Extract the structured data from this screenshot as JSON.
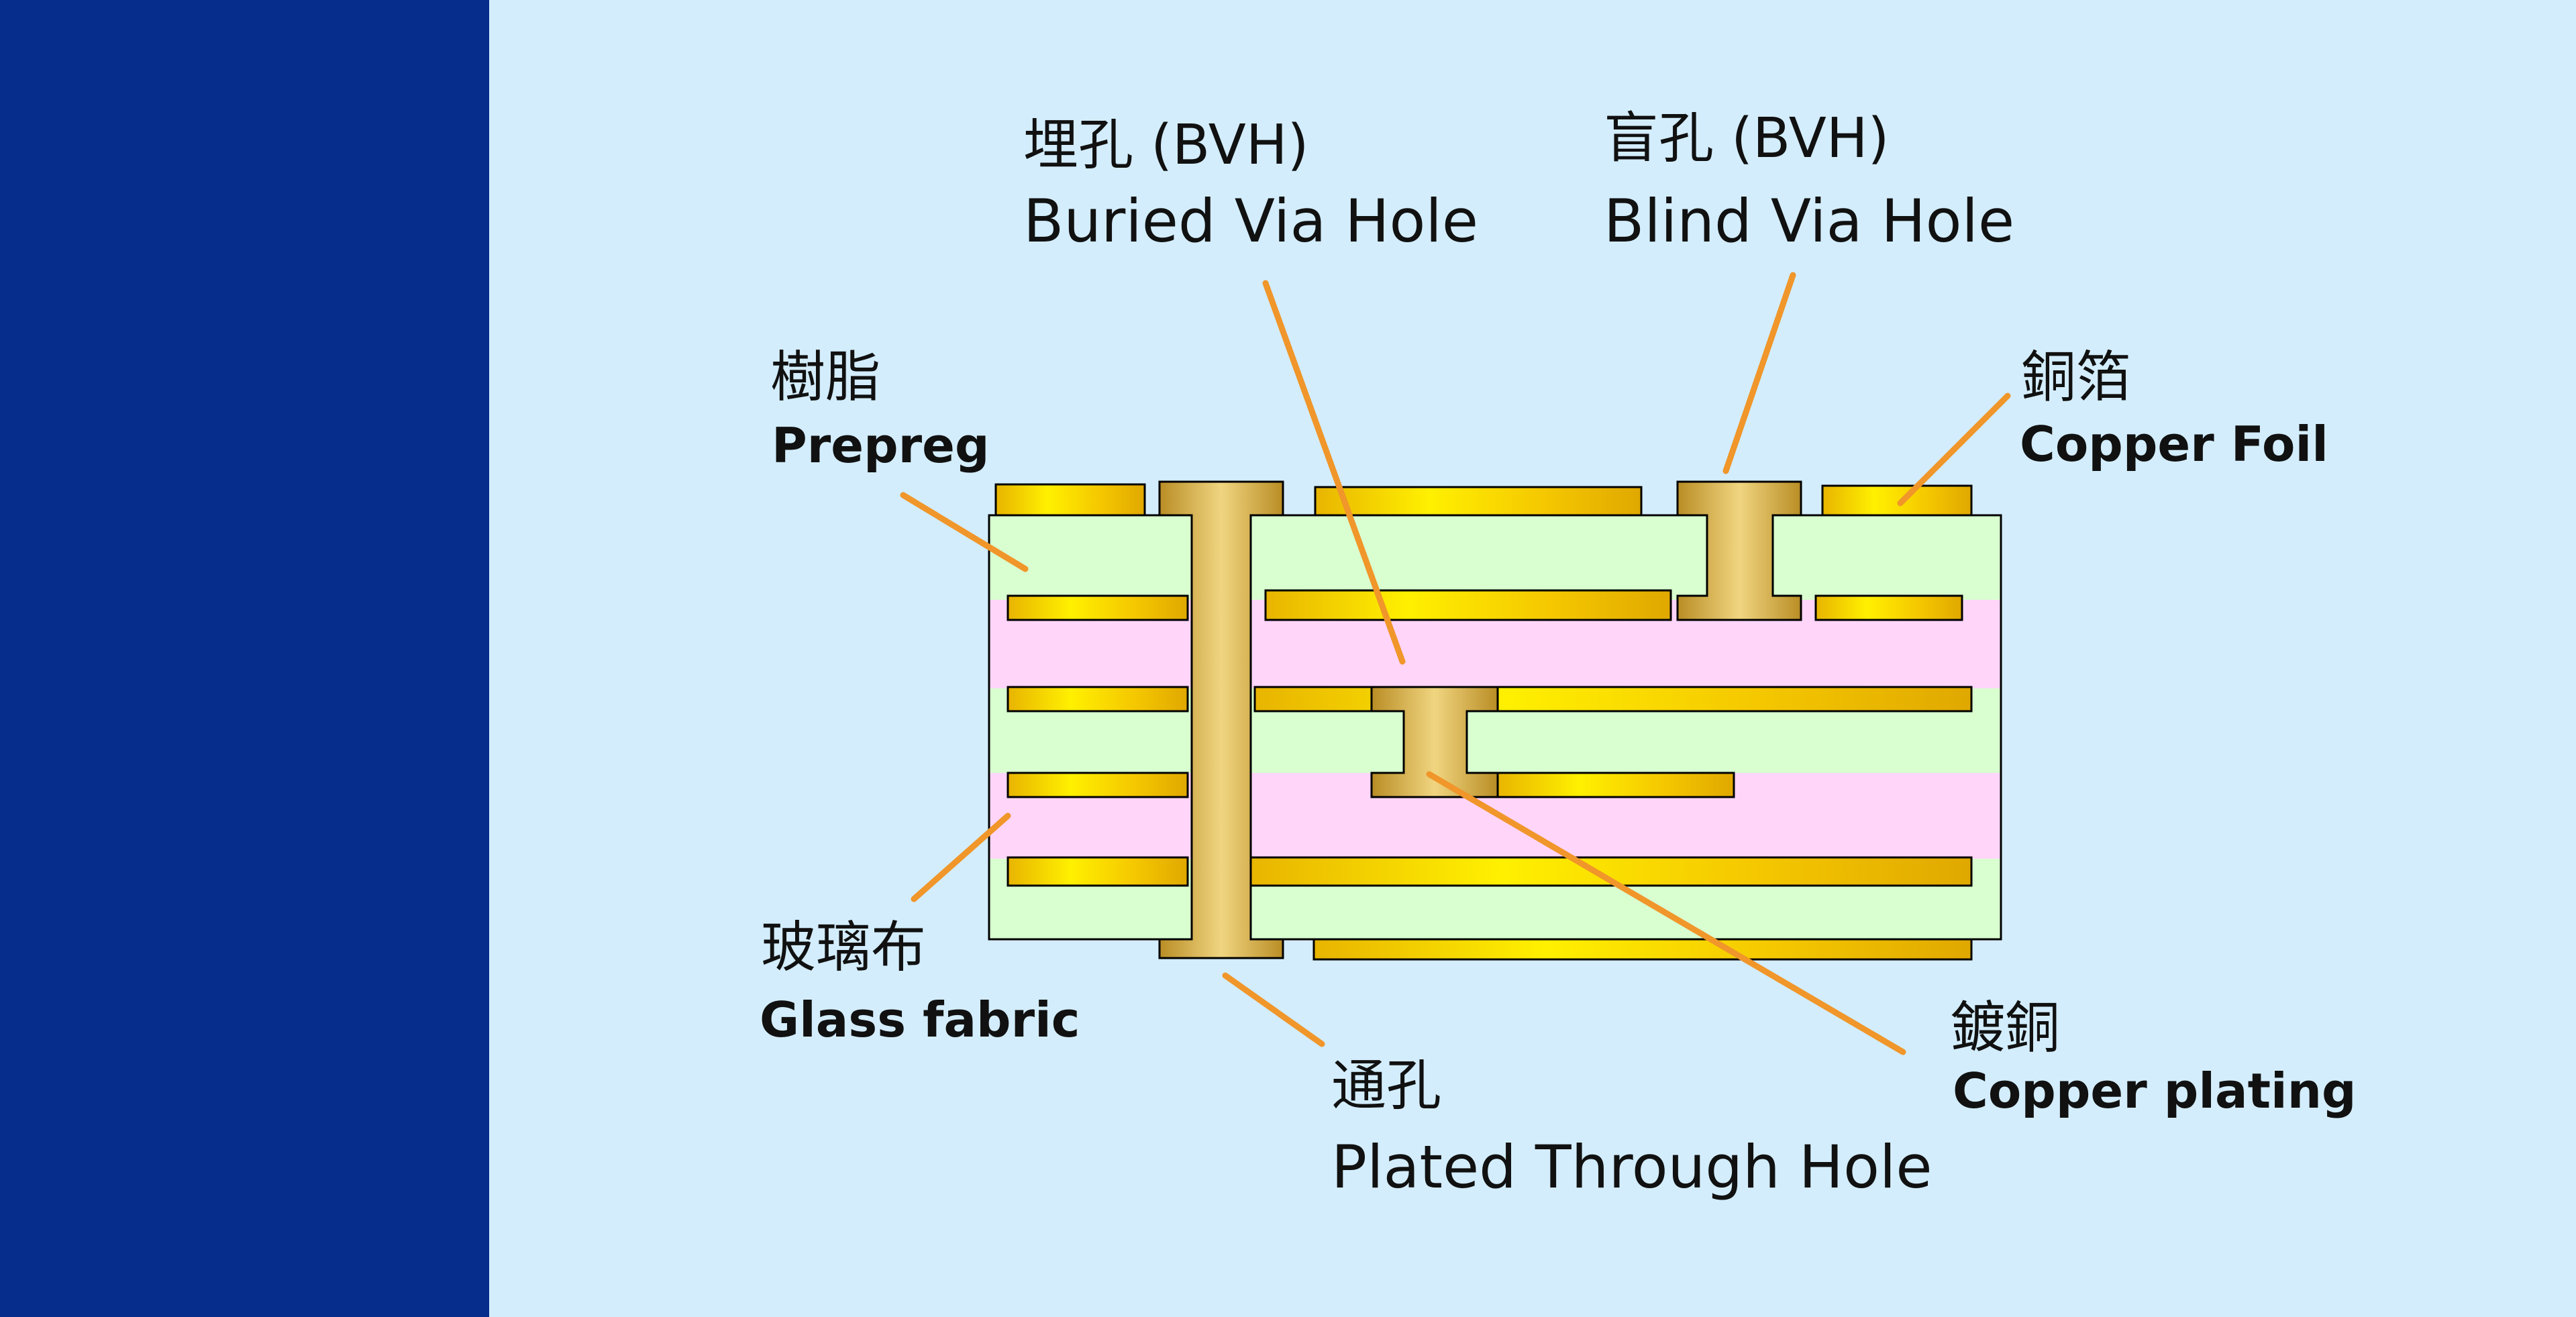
{
  "diagram": {
    "labels": {
      "buried_zh": "埋孔 (BVH)",
      "buried_en": "Buried Via Hole",
      "blind_zh": "盲孔 (BVH)",
      "blind_en": "Blind Via Hole",
      "prepreg_zh": "樹脂",
      "prepreg_en": "Prepreg",
      "foil_zh": "銅箔",
      "foil_en": "Copper Foil",
      "glass_zh": "玻璃布",
      "glass_en": "Glass fabric",
      "pth_zh": "通孔",
      "pth_en": "Plated Through Hole",
      "plating_zh": "鍍銅",
      "plating_en": "Copper plating"
    },
    "colors": {
      "background": "#d3edfc",
      "sidebar": "#062d8c",
      "prepreg": "#d9ffd0",
      "glass_fabric": "#ffd5fa",
      "copper": "#f5d000",
      "plating": "#d9b441",
      "leader": "#f0962a"
    }
  }
}
